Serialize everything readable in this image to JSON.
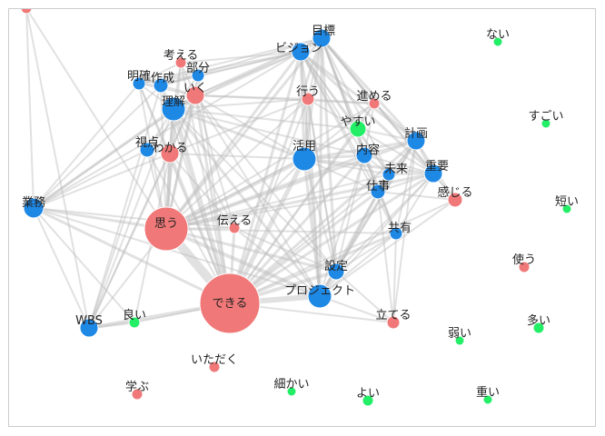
{
  "colors": {
    "noun": "#1e88e5",
    "verb": "#f07878",
    "adjective": "#22ee66",
    "edge": "#bdbdbd"
  },
  "nodes": [
    {
      "id": "dekiru",
      "label": "できる",
      "group": "verb"
    },
    {
      "id": "omou",
      "label": "思う",
      "group": "verb"
    },
    {
      "id": "project",
      "label": "プロジェクト",
      "group": "noun"
    },
    {
      "id": "katsuyou",
      "label": "活用",
      "group": "noun"
    },
    {
      "id": "gyoumu",
      "label": "業務",
      "group": "noun"
    },
    {
      "id": "rikai",
      "label": "理解",
      "group": "noun"
    },
    {
      "id": "mokuhyou",
      "label": "目標",
      "group": "noun"
    },
    {
      "id": "vision",
      "label": "ビジョン",
      "group": "noun"
    },
    {
      "id": "keikaku",
      "label": "計画",
      "group": "noun"
    },
    {
      "id": "juuyou",
      "label": "重要",
      "group": "noun"
    },
    {
      "id": "wbs",
      "label": "WBS",
      "group": "noun"
    },
    {
      "id": "settei",
      "label": "設定",
      "group": "noun"
    },
    {
      "id": "naiyou",
      "label": "内容",
      "group": "noun"
    },
    {
      "id": "mirai",
      "label": "未来",
      "group": "noun"
    },
    {
      "id": "shigoto",
      "label": "仕事",
      "group": "noun"
    },
    {
      "id": "kyouyuu",
      "label": "共有",
      "group": "noun"
    },
    {
      "id": "meikaku",
      "label": "明確",
      "group": "noun"
    },
    {
      "id": "sakusei",
      "label": "作成",
      "group": "noun"
    },
    {
      "id": "bubun",
      "label": "部分",
      "group": "noun"
    },
    {
      "id": "shiten",
      "label": "視点",
      "group": "noun"
    },
    {
      "id": "iku",
      "label": "いく",
      "group": "verb"
    },
    {
      "id": "kangaeru",
      "label": "考える",
      "group": "verb"
    },
    {
      "id": "wakaru",
      "label": "わかる",
      "group": "verb"
    },
    {
      "id": "okonau",
      "label": "行う",
      "group": "verb"
    },
    {
      "id": "susumeru",
      "label": "進める",
      "group": "verb"
    },
    {
      "id": "kanjiru",
      "label": "感じる",
      "group": "verb"
    },
    {
      "id": "tsutaeru",
      "label": "伝える",
      "group": "verb"
    },
    {
      "id": "tsukau",
      "label": "使う",
      "group": "verb"
    },
    {
      "id": "tateru",
      "label": "立てる",
      "group": "verb"
    },
    {
      "id": "itadaku",
      "label": "いただく",
      "group": "verb"
    },
    {
      "id": "manabu",
      "label": "学ぶ",
      "group": "verb"
    },
    {
      "id": "topleft",
      "label": "",
      "group": "verb"
    },
    {
      "id": "yasui",
      "label": "やすい",
      "group": "adjective"
    },
    {
      "id": "nai",
      "label": "ない",
      "group": "adjective"
    },
    {
      "id": "sugoi",
      "label": "すごい",
      "group": "adjective"
    },
    {
      "id": "mijikai",
      "label": "短い",
      "group": "adjective"
    },
    {
      "id": "yoi_kanji",
      "label": "良い",
      "group": "adjective"
    },
    {
      "id": "ooi",
      "label": "多い",
      "group": "adjective"
    },
    {
      "id": "yowai",
      "label": "弱い",
      "group": "adjective"
    },
    {
      "id": "komakai",
      "label": "細かい",
      "group": "adjective"
    },
    {
      "id": "yoi",
      "label": "よい",
      "group": "adjective"
    },
    {
      "id": "omoi",
      "label": "重い",
      "group": "adjective"
    }
  ]
}
